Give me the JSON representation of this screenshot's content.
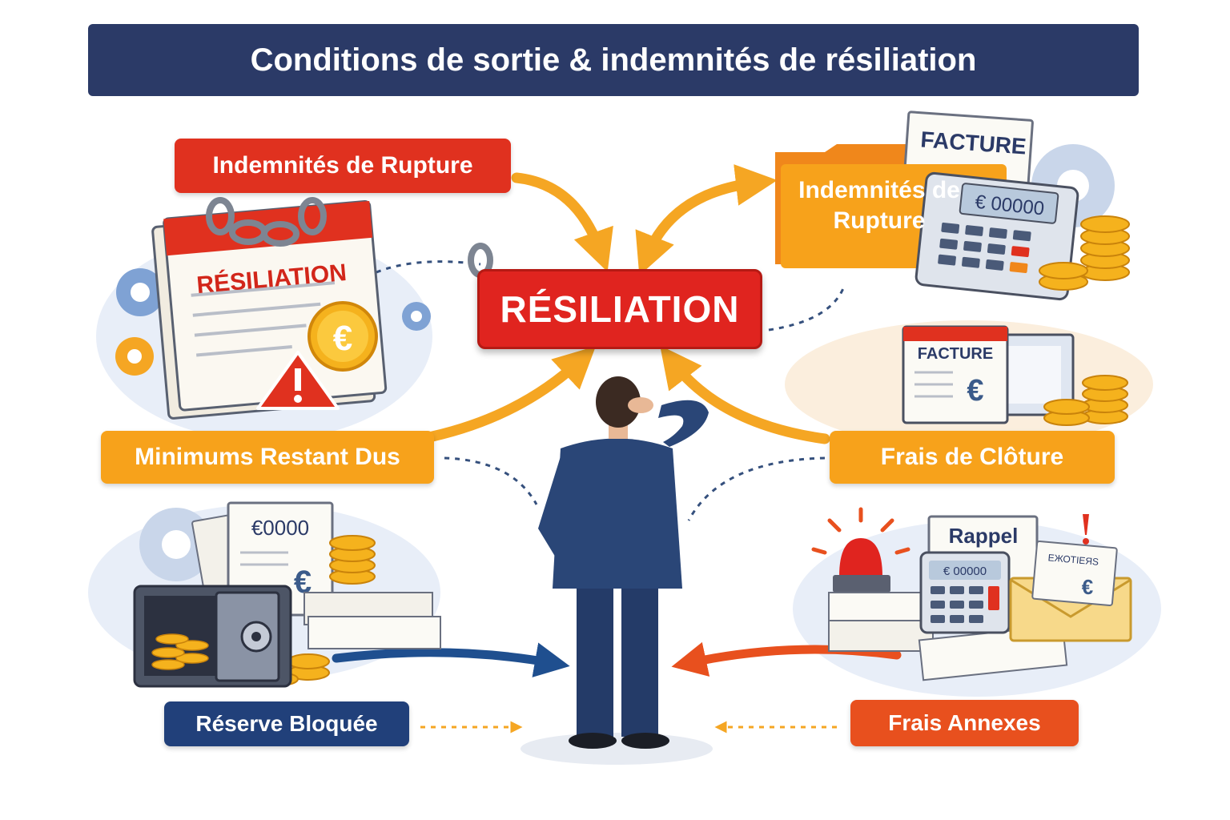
{
  "title": "Conditions de sortie & indemnités de résiliation",
  "center": {
    "label": "RÉSILIATION"
  },
  "labels": {
    "top_left": "Indemnités de Rupture",
    "top_right": "Indemnités de Rupture",
    "mid_left": "Minimums Restant Dus",
    "mid_right": "Frais de Clôture",
    "bottom_left": "Réserve Bloquée",
    "bottom_right": "Frais Annexes"
  },
  "illustrations": {
    "calendar_stamp": "RÉSILIATION",
    "calendar_coin": "€",
    "folder_doc": "FACTURE",
    "calculator_display": "€ 00000",
    "invoice_title": "FACTURE",
    "invoice_symbol": "€",
    "doc_amount": "€0000",
    "doc_symbol": "€",
    "reminder_title": "Rappel",
    "calc_small_display": "€ 00000",
    "envelope_doc": "ЕЖОТІЕЯS",
    "envelope_symbol": "€"
  },
  "colors": {
    "banner": "#2b3a67",
    "red": "#e0311f",
    "orange": "#f7a21b",
    "navy": "#21407a",
    "red_orange": "#e8501e",
    "arrow_orange": "#f5a623",
    "arrow_navy": "#1f4f8f"
  },
  "icons": [
    "gear-icon",
    "chain-icon",
    "calendar-icon",
    "euro-coin-icon",
    "warning-icon",
    "folder-icon",
    "calculator-icon",
    "coin-stack-icon",
    "invoice-icon",
    "safe-icon",
    "siren-icon",
    "envelope-icon",
    "person-icon"
  ]
}
